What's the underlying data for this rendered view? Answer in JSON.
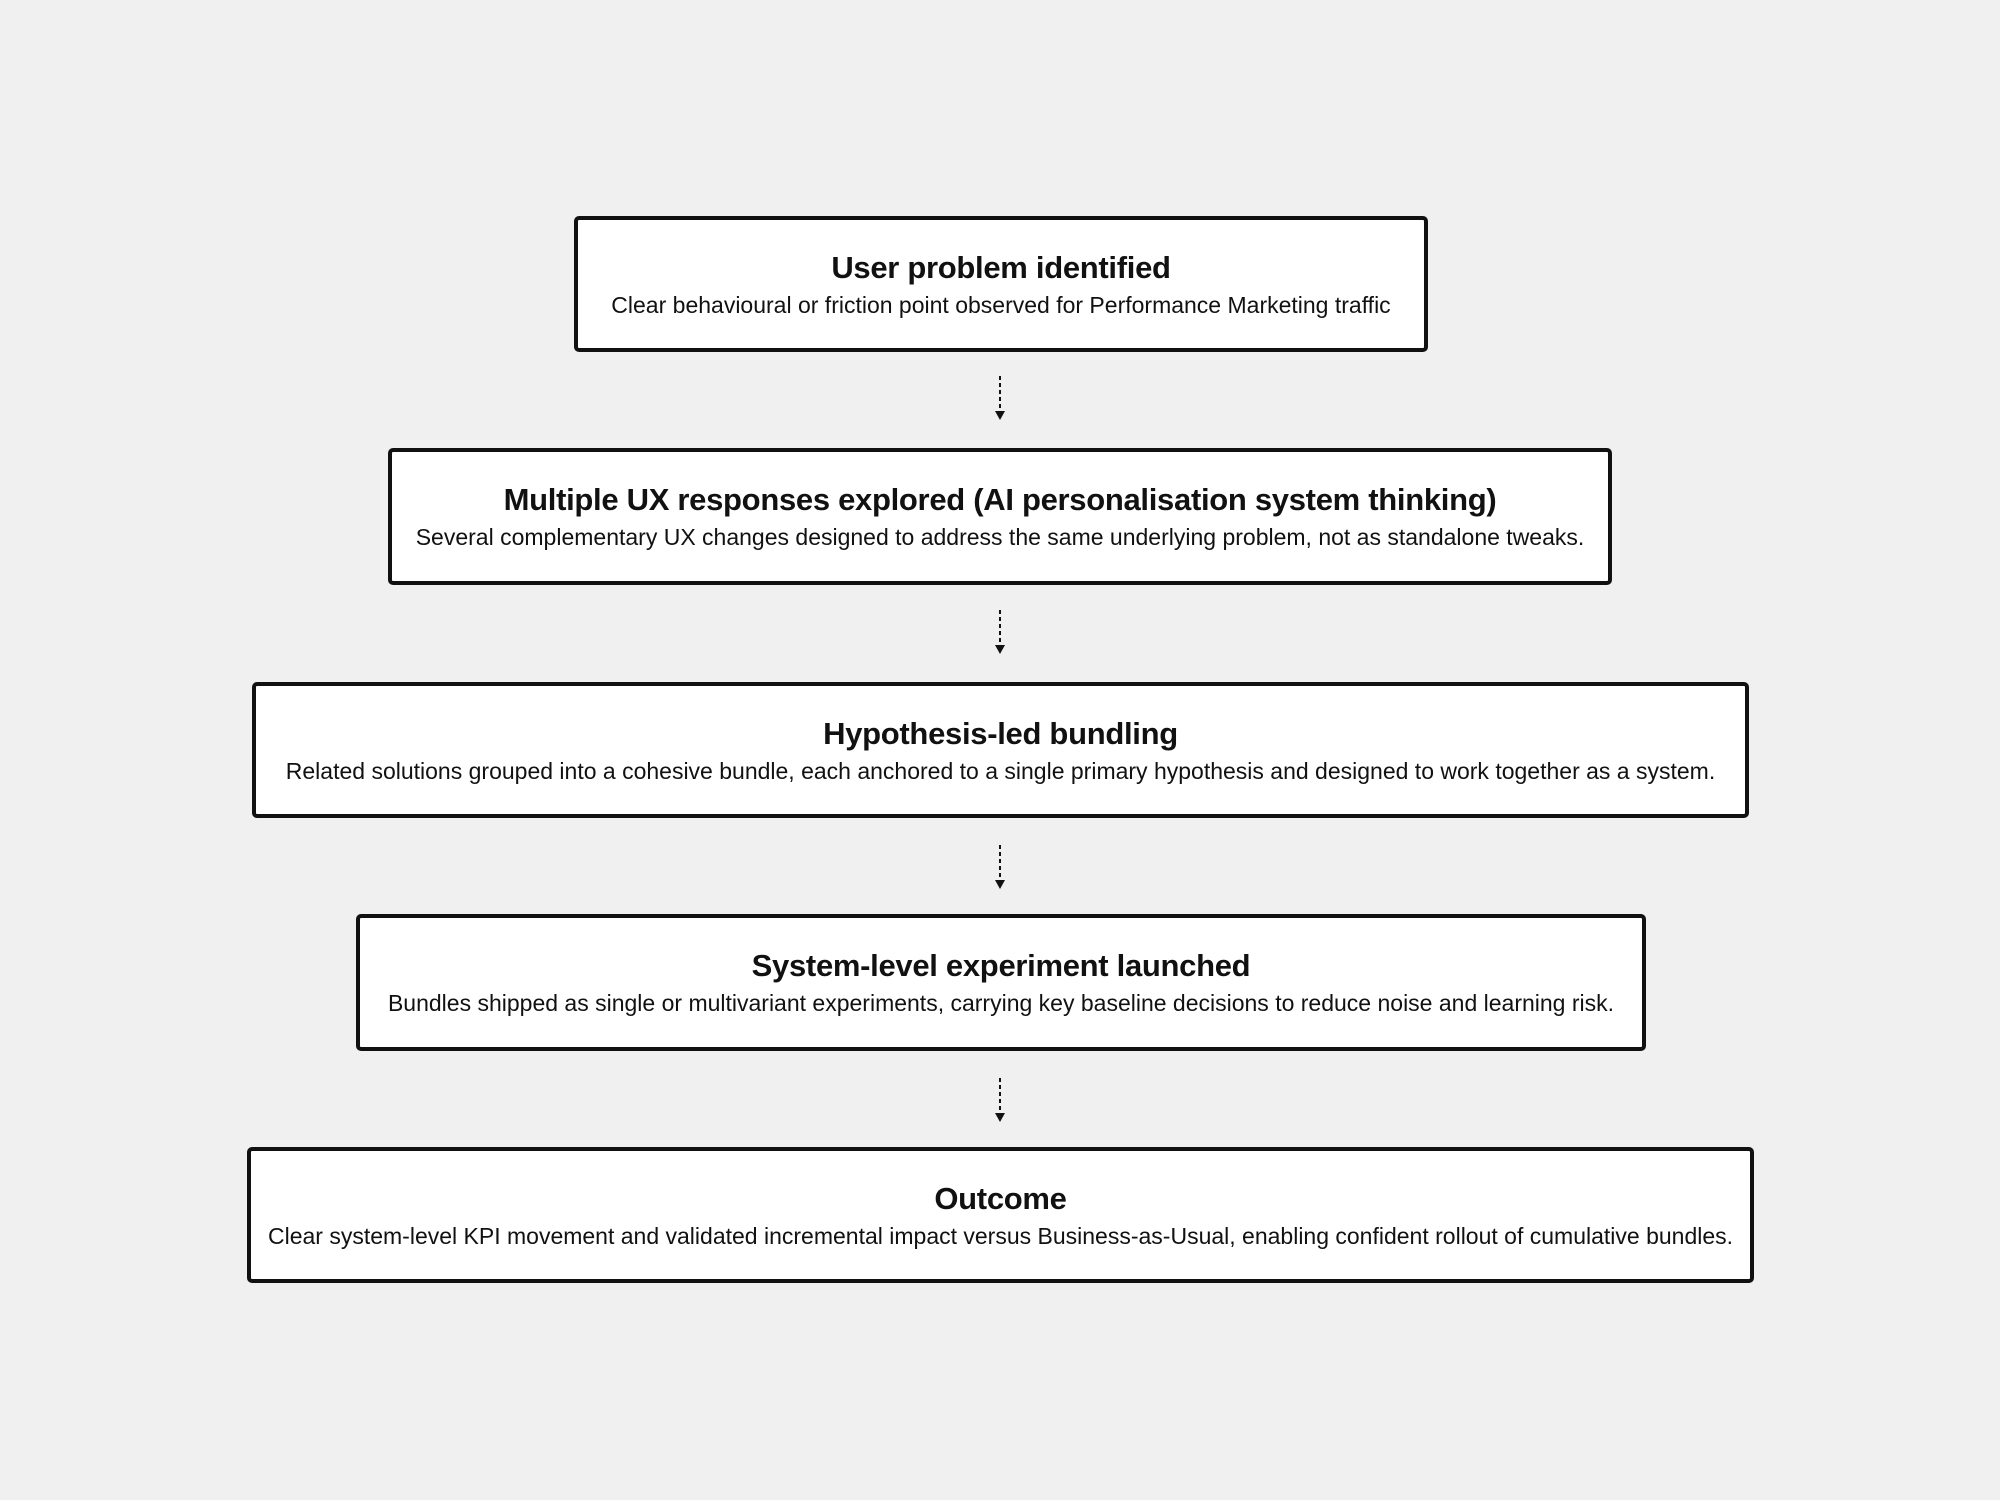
{
  "steps": [
    {
      "title": "User problem identified",
      "description": "Clear behavioural or friction point observed for Performance Marketing traffic"
    },
    {
      "title": "Multiple UX responses explored (AI personalisation system thinking)",
      "description": "Several complementary UX changes designed to address the same underlying problem, not as standalone tweaks."
    },
    {
      "title": "Hypothesis-led bundling",
      "description": "Related solutions grouped into a cohesive bundle, each anchored to a single primary hypothesis and designed to work together as a system."
    },
    {
      "title": "System-level experiment launched",
      "description": "Bundles shipped as single or multivariant experiments, carrying key baseline decisions to reduce noise and learning risk."
    },
    {
      "title": "Outcome",
      "description": "Clear system-level KPI movement and validated incremental impact versus Business-as-Usual, enabling confident rollout of cumulative bundles."
    }
  ],
  "colors": {
    "background": "#f0f0f0",
    "box_fill": "#ffffff",
    "stroke": "#111111"
  }
}
